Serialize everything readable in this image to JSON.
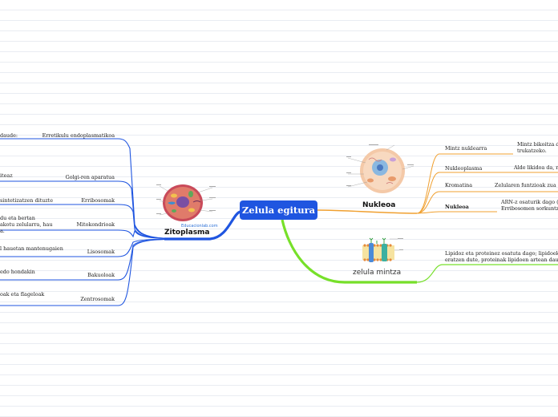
{
  "central": "Zelula egitura",
  "branches": {
    "zitoplasma": {
      "title": "Zitoplasma",
      "credit": "Educacionlab.com",
      "color": "#1f55e0",
      "items": [
        {
          "label": "Erretikulu endoplasmatikoa",
          "desc": "daude:"
        },
        {
          "label": "Golgi-ren aparatua",
          "desc": "iteaz"
        },
        {
          "label": "Erribosomak",
          "desc": "sintetizatzen dituzte"
        },
        {
          "label": "Mitokondrioak",
          "desc": "du eta bertan\nakotu zelularra, hau\na."
        },
        {
          "label": "Lisosomak",
          "desc": "l hauetan mantenugaien"
        },
        {
          "label": "Bakuoloak",
          "desc": "edo hondakin"
        },
        {
          "label": "Zentrosomak",
          "desc": "oak eta flageloak"
        }
      ]
    },
    "nukleoa": {
      "title": "Nukleoa",
      "color": "#f0a030",
      "items": [
        {
          "label": "Mintz nuklearra",
          "desc": "Mintz bikoitza du\ntrukatzeko."
        },
        {
          "label": "Nukleoplasma",
          "desc": "Alde likidoa da, no"
        },
        {
          "label": "Kromatina",
          "desc": "Zelularen funtzioak zua"
        },
        {
          "label": "Nukleoa",
          "desc": "ARN-z osaturik dago (A\nErribosomen sorkuntzan"
        }
      ]
    },
    "mintza": {
      "title": "zelula mintza",
      "color": "#77e02a",
      "desc": "Lipidoz eta proteinez osatuta dago; lipidoek geruza\neratzen dute, proteinak lipidoen artean daudelarik."
    }
  }
}
